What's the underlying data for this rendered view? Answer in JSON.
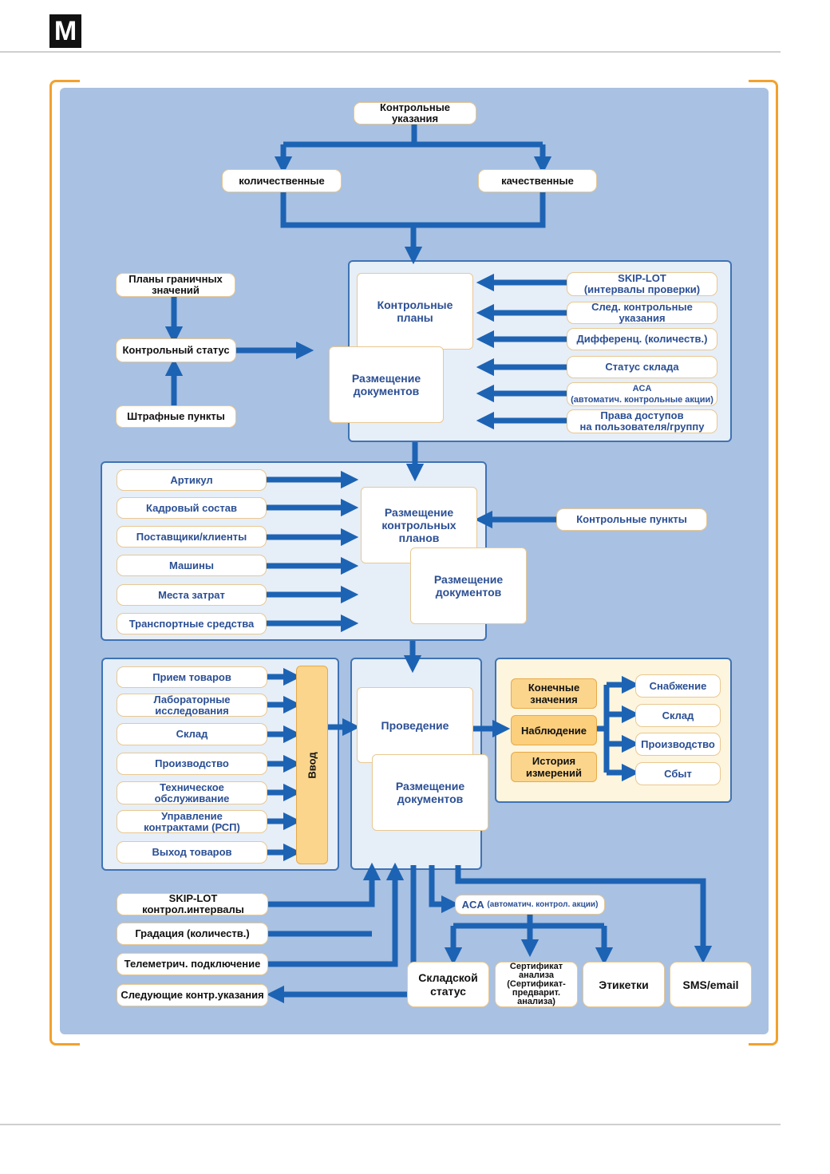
{
  "logo": "M",
  "top": {
    "control_instructions": "Контрольные указания",
    "quantitative": "количественные",
    "qualitative": "качественные"
  },
  "status": {
    "limit_plans": "Планы граничных\nзначений",
    "control_status": "Контрольный статус",
    "penalty_points": "Штрафные пункты"
  },
  "plans_panel": {
    "control_plans": "Контрольные планы",
    "doc_placement": "Размещение\nдокументов",
    "inputs": [
      "SKIP-LOT\n(интервалы проверки)",
      "След. контрольные указания",
      "Дифференц. (количеств.)",
      "Статус склада",
      "ACA\n(автоматич. контрольные акции)",
      "Права доступов\nна пользователя/группу"
    ]
  },
  "master_panel": {
    "items": [
      "Артикул",
      "Кадровый состав",
      "Поставщики/клиенты",
      "Машины",
      "Места затрат",
      "Транспортные средства"
    ],
    "plan_placement": "Размещение\nконтрольных\nпланов",
    "doc_placement": "Размещение\nдокументов",
    "control_points": "Контрольные пункты"
  },
  "input_panel": {
    "items": [
      "Прием товаров",
      "Лабораторные\nисследования",
      "Склад",
      "Производство",
      "Техническое\nобслуживание",
      "Управление\nконтрактами (РСП)",
      "Выход товаров"
    ],
    "input_label": "Ввод"
  },
  "execution_panel": {
    "execution": "Проведение",
    "doc_placement": "Размещение\nдокументов"
  },
  "observation_panel": {
    "final_values": "Конечные\nзначения",
    "observation": "Наблюдение",
    "measurement_history": "История\nизмерений",
    "outputs": [
      "Снабжение",
      "Склад",
      "Производство",
      "Сбыт"
    ]
  },
  "bottom_left": [
    "SKIP-LOT контрол.интервалы",
    "Градация (количеств.)",
    "Телеметрич. подключение",
    "Следующие контр.указания"
  ],
  "aca": {
    "label": "ACA",
    "sub": "(автоматич. контрол. акции)"
  },
  "outputs_bottom": [
    "Складской\nстатус",
    "Сертификат\nанализа\n(Сертификат-\nпредварит. анализа)",
    "Этикетки",
    "SMS/email"
  ],
  "colors": {
    "arrow": "#1d63b4",
    "frame": "#f2a12e",
    "board": "#a9c1e2"
  }
}
